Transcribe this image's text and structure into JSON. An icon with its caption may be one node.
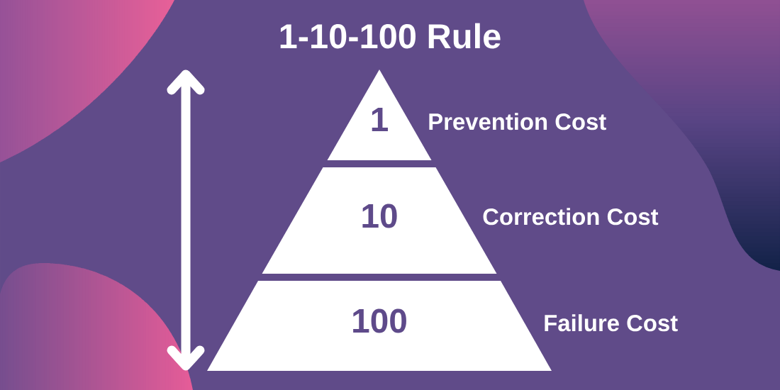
{
  "diagram": {
    "title": "1-10-100 Rule",
    "nodes": [
      {
        "text": [
          "1"
        ],
        "beside": [
          "Prevention Cost"
        ]
      },
      {
        "text": [
          "10"
        ],
        "beside": [
          "Correction Cost"
        ]
      },
      {
        "text": [
          "100"
        ],
        "beside": [
          "Failure Cost"
        ]
      }
    ]
  }
}
